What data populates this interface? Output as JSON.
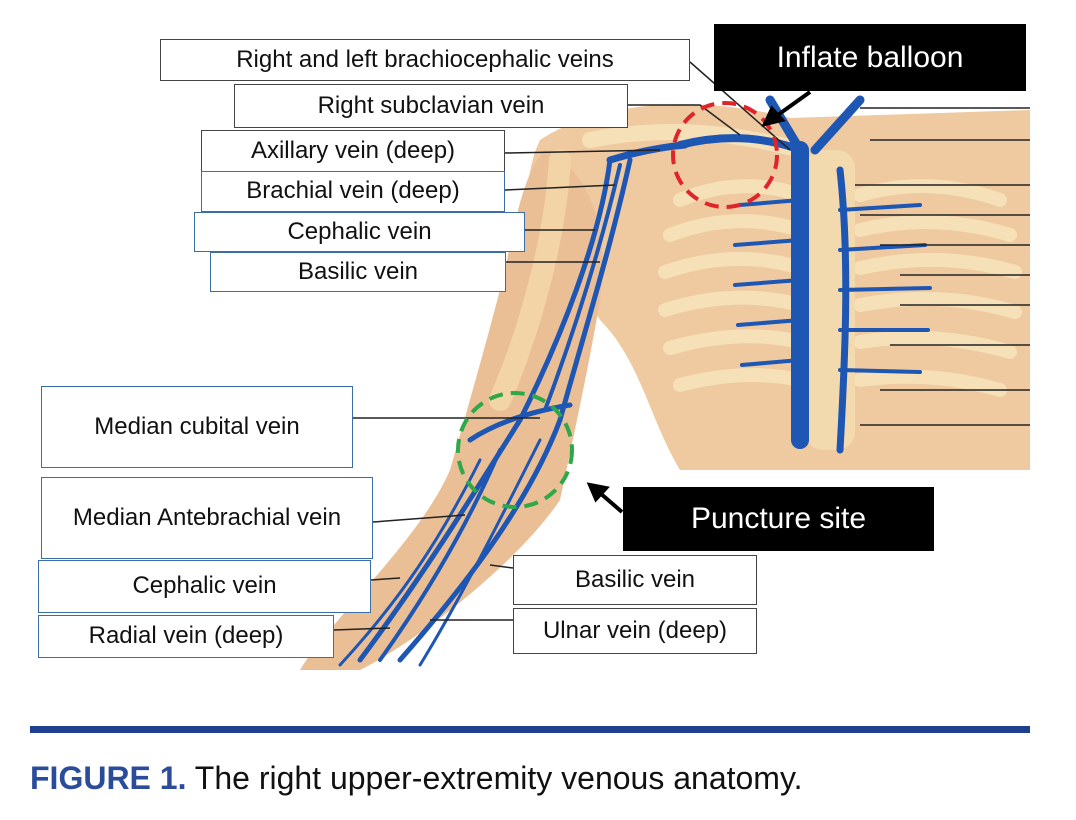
{
  "labels": {
    "brachiocephalic": "Right and left brachiocephalic veins",
    "subclavian": "Right subclavian vein",
    "axillary": "Axillary vein (deep)",
    "brachial": "Brachial vein (deep)",
    "cephalic_upper": "Cephalic vein",
    "basilic_upper": "Basilic vein",
    "median_cubital": "Median cubital vein",
    "median_antebrachial": "Median Antebrachial vein",
    "cephalic_lower": "Cephalic vein",
    "radial": "Radial vein (deep)",
    "basilic_lower": "Basilic vein",
    "ulnar": "Ulnar vein (deep)"
  },
  "callouts": {
    "inflate": "Inflate balloon",
    "puncture": "Puncture site"
  },
  "caption": {
    "figure_label": "FIGURE 1.",
    "text": " The right upper-extremity venous anatomy."
  },
  "colors": {
    "skin": "#efc9a0",
    "bone": "#f6e0b8",
    "vein": "#1e56b4",
    "inflate_circle": "#e0242b",
    "puncture_circle": "#2fa84a",
    "rule": "#1f3f8f",
    "figure_label": "#2a4c9a"
  }
}
